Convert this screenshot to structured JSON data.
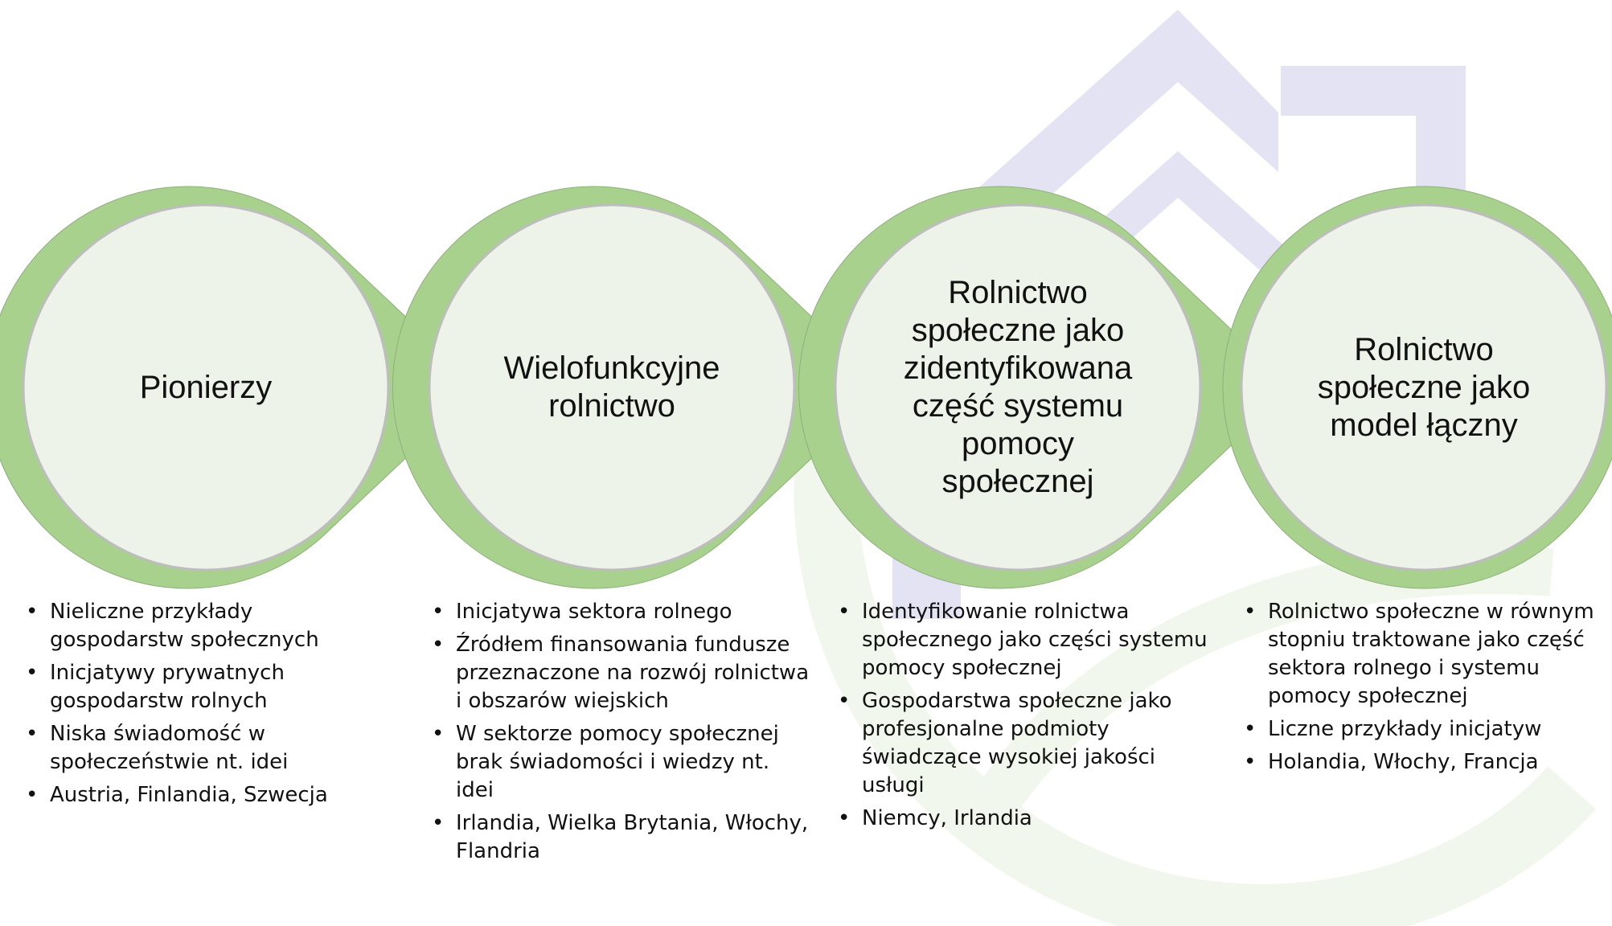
{
  "stages": [
    {
      "title": "Pionierzy",
      "bullets": [
        "Nieliczne przykłady gospodarstw społecznych",
        "Inicjatywy prywatnych gospodarstw rolnych",
        "Niska świadomość w społeczeństwie nt. idei",
        "Austria, Finlandia, Szwecja"
      ]
    },
    {
      "title": "Wielofunkcyjne rolnictwo",
      "bullets": [
        "Inicjatywa sektora rolnego",
        "Źródłem finansowania fundusze przeznaczone na rozwój rolnictwa i obszarów wiejskich",
        "W sektorze pomocy społecznej brak świadomości i wiedzy nt. idei",
        "Irlandia, Wielka Brytania, Włochy, Flandria"
      ]
    },
    {
      "title": "Rolnictwo społeczne jako zidentyfikowana część systemu pomocy społecznej",
      "bullets": [
        "Identyfikowanie rolnictwa społecznego jako części systemu pomocy społecznej",
        "Gospodarstwa społeczne jako profesjonalne podmioty świadczące wysokiej jakości usługi",
        "Niemcy, Irlandia"
      ]
    },
    {
      "title": "Rolnictwo społeczne jako model łączny",
      "bullets": [
        "Rolnictwo społeczne w równym stopniu traktowane jako część sektora rolnego i systemu pomocy społecznej",
        "Liczne przykłady inicjatyw",
        "Holandia, Włochy, Francja"
      ]
    }
  ],
  "bullet_glyph": "•",
  "colors": {
    "ring": "#a9d18e",
    "ring_edge": "#8faf7b",
    "circle_fill": "#eef3e9",
    "circle_border": "#bdbdbd",
    "watermark_house": "#e3e3f3",
    "watermark_leaf": "#f1f7ec"
  }
}
